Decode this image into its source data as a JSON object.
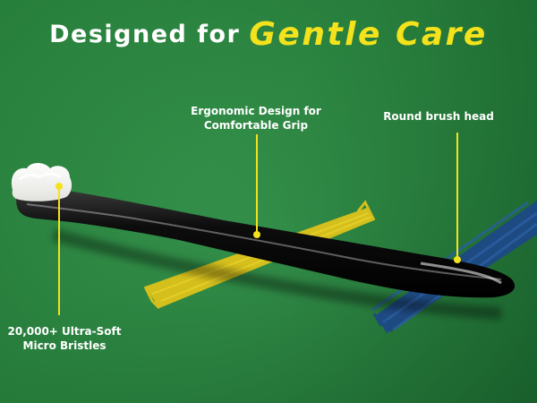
{
  "headline": {
    "plain": "Designed for",
    "accent": "Gentle Care"
  },
  "callouts": {
    "grip": {
      "line1": "Ergonomic Design for",
      "line2": "Comfortable Grip"
    },
    "head": {
      "line1": "Round brush head"
    },
    "bristles": {
      "line1": "20,000+ Ultra-Soft",
      "line2": "Micro Bristles"
    }
  },
  "colors": {
    "background": "#2a8f42",
    "accent_yellow": "#f4e21c",
    "stroke_yellow": "#d9c21c",
    "stroke_blue": "#1f4d86",
    "brush_body": "#0c0c0c",
    "bristles": "#f7f7f5"
  }
}
